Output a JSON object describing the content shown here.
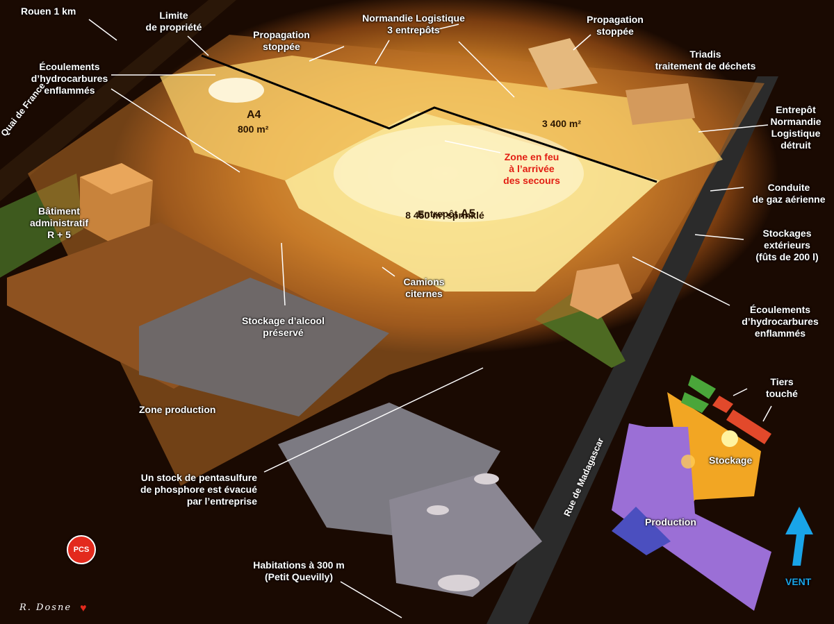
{
  "labels": {
    "rouen": "Rouen 1 km",
    "limite": "Limite\nde propriété",
    "propagation1": "Propagation\nstoppée",
    "normandie": "Normandie Logistique\n3 entrepôts",
    "propagation2": "Propagation\nstoppée",
    "triadis": "Triadis\ntraitement de déchets",
    "ecoulements1": "Écoulements\nd’hydrocarbures\nenflammés",
    "a4_title": "A4",
    "a4_area": "800 m²",
    "area_3400": "3 400 m²",
    "entrepot_detruit": "Entrepôt\nNormandie\nLogistique\ndétruit",
    "zone_feu": "Zone en feu\nà l’arrivée\ndes secours",
    "conduite": "Conduite\nde gaz aérienne",
    "a5_prefix": "Entrepôt ",
    "a5_title": "A5",
    "a5_area": "8 450 m² sprinklé",
    "batiment": "Bâtiment\nadministratif\nR + 5",
    "stockages_ext": "Stockages\nextérieurs\n(fûts de 200 l)",
    "camions": "Camions\nciternes",
    "alcool": "Stockage d’alcool\npréservé",
    "ecoulements2": "Écoulements\nd’hydrocarbures\nenflammés",
    "tiers": "Tiers\ntouché",
    "zone_production": "Zone production",
    "pentasulfure": "Un stock de pentasulfure\nde phosphore est évacué\npar l’entreprise",
    "habitations": "Habitations à 300 m\n(Petit Quevilly)",
    "stockage": "Stockage",
    "production": "Production",
    "vent": "VENT",
    "quai": "Quai de France",
    "rue": "Rue de Madagascar",
    "pcs": "PCS",
    "signature": "R. Dosne"
  },
  "colors": {
    "fire": "#fff4b8",
    "zone_red": "#e21d12",
    "production_zone": "#9b6fd6",
    "stockage_zone": "#f2a623",
    "tiers_red": "#e2492b",
    "tiers_green": "#4aa63a",
    "production_blue": "#4b4fbf",
    "wind_arrow": "#19a4e8"
  }
}
